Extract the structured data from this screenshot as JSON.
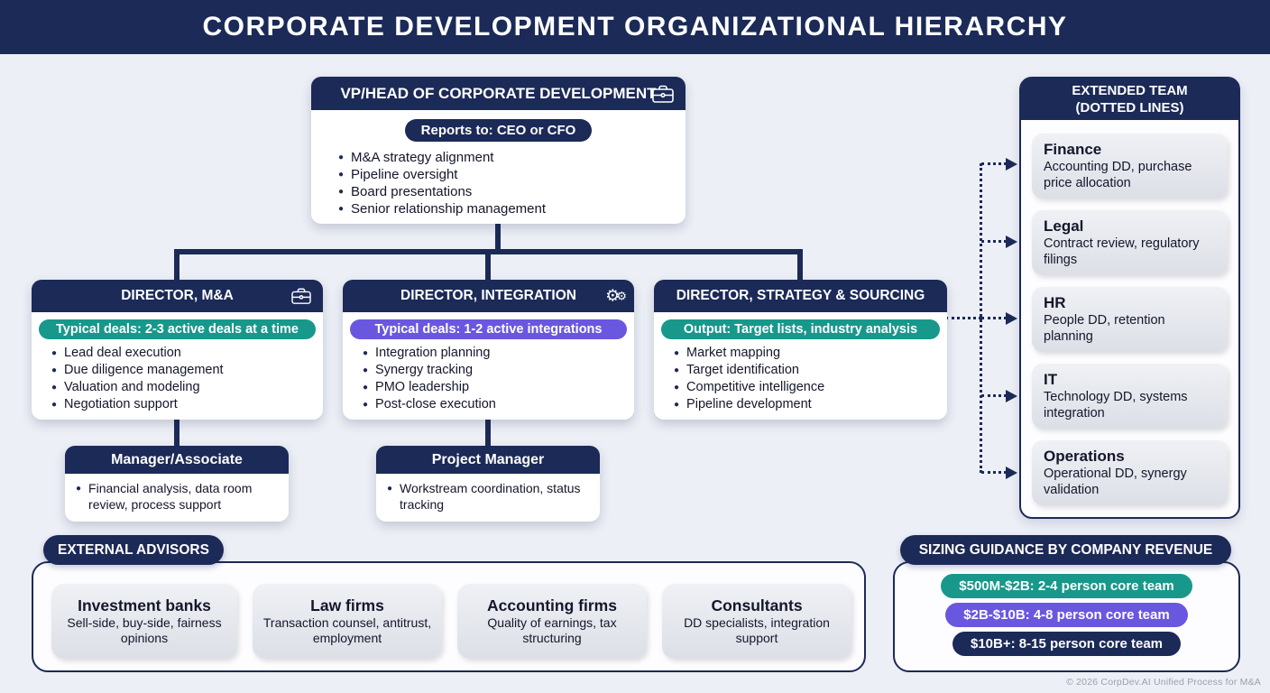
{
  "title": "CORPORATE DEVELOPMENT ORGANIZATIONAL HIERARCHY",
  "vp": {
    "title": "VP/HEAD OF CORPORATE DEVELOPMENT",
    "icon": "briefcase-icon",
    "badge": "Reports to: CEO or CFO",
    "bullets": [
      "M&A strategy alignment",
      "Pipeline oversight",
      "Board presentations",
      "Senior relationship management"
    ]
  },
  "directors": [
    {
      "title": "DIRECTOR, M&A",
      "icon": "briefcase-icon",
      "badge": "Typical deals: 2-3 active deals at a time",
      "badge_color": "#17988b",
      "bullets": [
        "Lead deal execution",
        "Due diligence management",
        "Valuation and modeling",
        "Negotiation support"
      ]
    },
    {
      "title": "DIRECTOR, INTEGRATION",
      "icon": "gears-icon",
      "badge": "Typical deals: 1-2 active integrations",
      "badge_color": "#6a57e0",
      "bullets": [
        "Integration planning",
        "Synergy tracking",
        "PMO leadership",
        "Post-close execution"
      ]
    },
    {
      "title": "DIRECTOR, STRATEGY & SOURCING",
      "icon": null,
      "badge": "Output: Target lists, industry analysis",
      "badge_color": "#17988b",
      "bullets": [
        "Market mapping",
        "Target identification",
        "Competitive intelligence",
        "Pipeline development"
      ]
    }
  ],
  "sub_roles": [
    {
      "title": "Manager/Associate",
      "bullet": "Financial analysis, data room review, process support"
    },
    {
      "title": "Project Manager",
      "bullet": "Workstream coordination, status tracking"
    }
  ],
  "extended_team": {
    "title_line1": "EXTENDED TEAM",
    "title_line2": "(DOTTED LINES)",
    "items": [
      {
        "name": "Finance",
        "desc": "Accounting DD, purchase price allocation"
      },
      {
        "name": "Legal",
        "desc": "Contract review, regulatory filings"
      },
      {
        "name": "HR",
        "desc": "People DD, retention planning"
      },
      {
        "name": "IT",
        "desc": "Technology DD, systems integration"
      },
      {
        "name": "Operations",
        "desc": "Operational DD, synergy validation"
      }
    ]
  },
  "external_advisors": {
    "title": "EXTERNAL ADVISORS",
    "items": [
      {
        "name": "Investment banks",
        "desc": "Sell-side, buy-side, fairness opinions"
      },
      {
        "name": "Law firms",
        "desc": "Transaction counsel, antitrust, employment"
      },
      {
        "name": "Accounting firms",
        "desc": "Quality of earnings, tax structuring"
      },
      {
        "name": "Consultants",
        "desc": "DD specialists, integration support"
      }
    ]
  },
  "sizing_guidance": {
    "title": "SIZING GUIDANCE BY COMPANY REVENUE",
    "tiers": [
      {
        "label": "$500M-$2B: 2-4 person core team",
        "color": "#17988b"
      },
      {
        "label": "$2B-$10B: 4-8 person core team",
        "color": "#6a57e0"
      },
      {
        "label": "$10B+: 8-15 person core team",
        "color": "#1b2a57"
      }
    ]
  },
  "footer": "© 2026 CorpDev.AI Unified Process for M&A",
  "colors": {
    "navy": "#1b2a57",
    "teal": "#17988b",
    "purple": "#6a57e0",
    "background": "#edeff6",
    "card_gray": "#e3e6ec"
  }
}
